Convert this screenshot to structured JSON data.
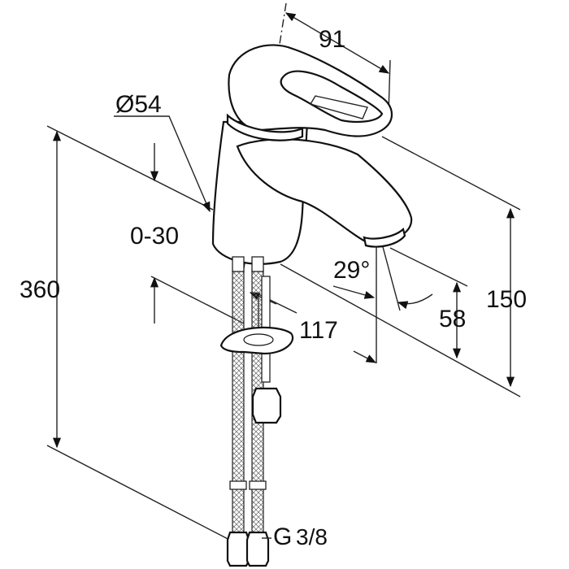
{
  "dimensions": {
    "depth_top": "91",
    "body_diameter": "Ø54",
    "deck_thickness": "0-30",
    "total_height": "360",
    "hose_spacing": "117",
    "spout_angle": "29°",
    "spout_height": "58",
    "body_height": "150",
    "thread": "G",
    "thread_fraction": "3/8"
  },
  "colors": {
    "line": "#111111",
    "background": "#ffffff"
  }
}
